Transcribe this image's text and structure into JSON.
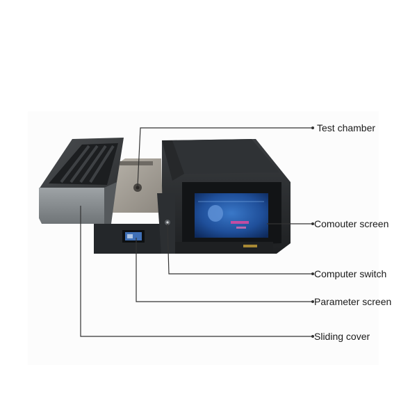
{
  "callouts": {
    "test_chamber": "Test chamber",
    "computer_screen": "Comouter screen",
    "computer_switch": "Computer switch",
    "parameter_screen": "Parameter screen",
    "sliding_cover": "Sliding cover"
  },
  "colors": {
    "leader_line": "#333333",
    "label_text": "#1a1a1a",
    "device_body": "#2b2e31",
    "screen_glow": "#3a78c8"
  }
}
